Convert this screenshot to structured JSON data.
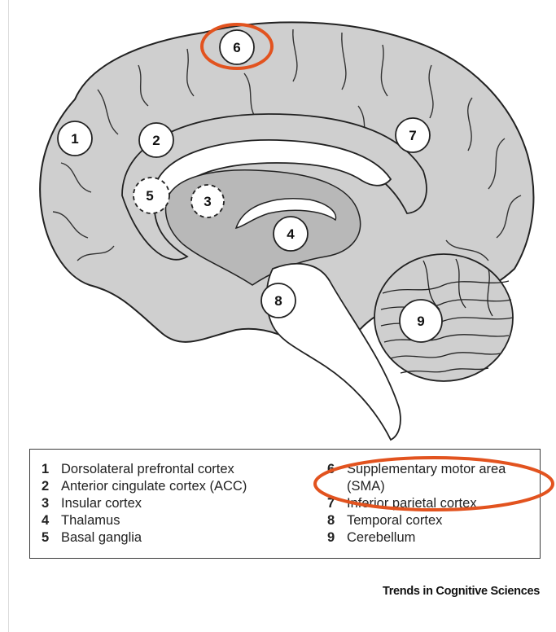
{
  "markers": [
    {
      "num": "1",
      "style": "solid"
    },
    {
      "num": "2",
      "style": "solid"
    },
    {
      "num": "3",
      "style": "dashed"
    },
    {
      "num": "4",
      "style": "solid"
    },
    {
      "num": "5",
      "style": "dashed"
    },
    {
      "num": "6",
      "style": "solid",
      "highlight": true
    },
    {
      "num": "7",
      "style": "solid"
    },
    {
      "num": "8",
      "style": "solid"
    },
    {
      "num": "9",
      "style": "solid"
    }
  ],
  "legend": {
    "left": [
      {
        "num": "1",
        "text": "Dorsolateral prefrontal cortex"
      },
      {
        "num": "2",
        "text": "Anterior cingulate cortex (ACC)"
      },
      {
        "num": "3",
        "text": "Insular cortex"
      },
      {
        "num": "4",
        "text": "Thalamus"
      },
      {
        "num": "5",
        "text": "Basal ganglia"
      }
    ],
    "right": [
      {
        "num": "6",
        "text": "Supplementary motor area (SMA)"
      },
      {
        "num": "7",
        "text": "Inferior parietal cortex"
      },
      {
        "num": "8",
        "text": "Temporal cortex"
      },
      {
        "num": "9",
        "text": "Cerebellum"
      }
    ]
  },
  "publisher": "Trends in Cognitive Sciences",
  "colors": {
    "highlight": "#e2531f",
    "brain_fill": "#cfcfcf",
    "inner_fill": "#b8b8b8",
    "outline": "#222222"
  }
}
